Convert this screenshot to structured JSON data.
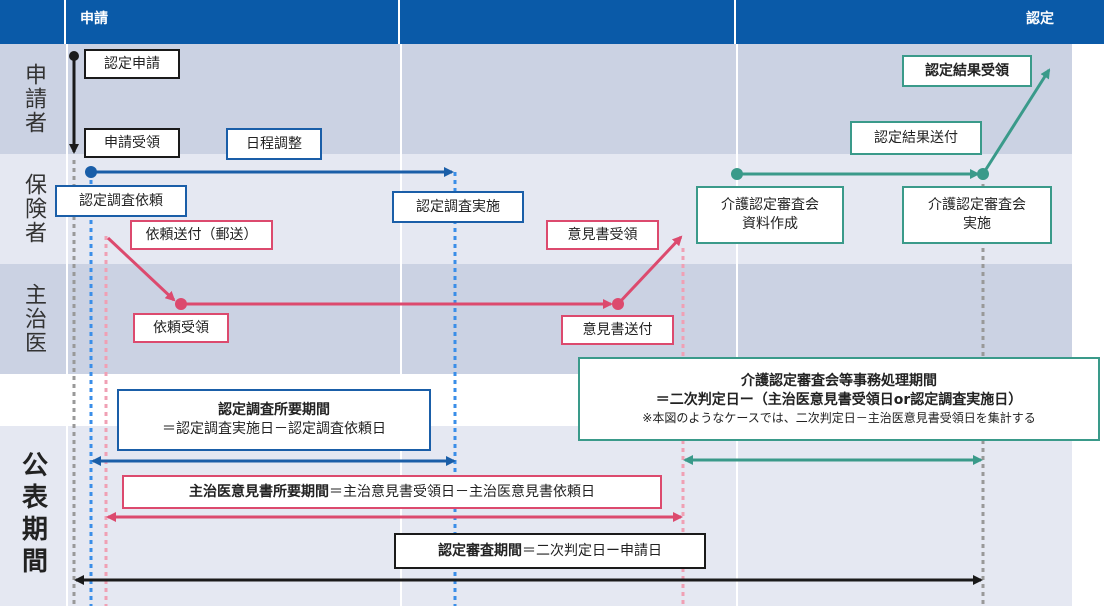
{
  "header": {
    "left_label": "申請",
    "right_label": "認定"
  },
  "lanes": {
    "applicant": "申請者",
    "insurer": "保険者",
    "doctor": "主治医",
    "public": "公表期間"
  },
  "boxes": {
    "nintei_shinsei": "認定申請",
    "shinsei_juryo": "申請受領",
    "nittei_chosei": "日程調整",
    "chosa_irai": "認定調査依頼",
    "chosa_jisshi": "認定調査実施",
    "irai_soufu": "依頼送付（郵送）",
    "irai_juryo": "依頼受領",
    "ikensho_juryo": "意見書受領",
    "ikensho_soufu": "意見書送付",
    "shiryo_line1": "介護認定審査会",
    "shiryo_line2": "資料作成",
    "shinsakai_line1": "介護認定審査会",
    "shinsakai_line2": "実施",
    "kekka_soufu": "認定結果送付",
    "kekka_juryo": "認定結果受領"
  },
  "periods": {
    "chosa_title": "認定調査所要期間",
    "chosa_formula": "＝認定調査実施日－認定調査依頼日",
    "jimu_title": "介護認定審査会等事務処理期間",
    "jimu_formula": "＝二次判定日ー（主治医意見書受領日or認定調査実施日）",
    "jimu_note": "※本図のようなケースでは、二次判定日－主治医意見書受領日を集計する",
    "ikensho_title": "主治医意見書所要期間",
    "ikensho_formula": "＝主治意見書受領日－主治医意見書依頼日",
    "shinsa_title": "認定審査期間",
    "shinsa_formula": "＝二次判定日ー申請日"
  },
  "colors": {
    "header": "#0a5aa8",
    "lane_dark": "#cbd2e3",
    "lane_light": "#e5e8f2",
    "black": "#1a1a1a",
    "blue": "#1a5ea8",
    "pink": "#dc4a6e",
    "teal": "#3a9a8a"
  }
}
